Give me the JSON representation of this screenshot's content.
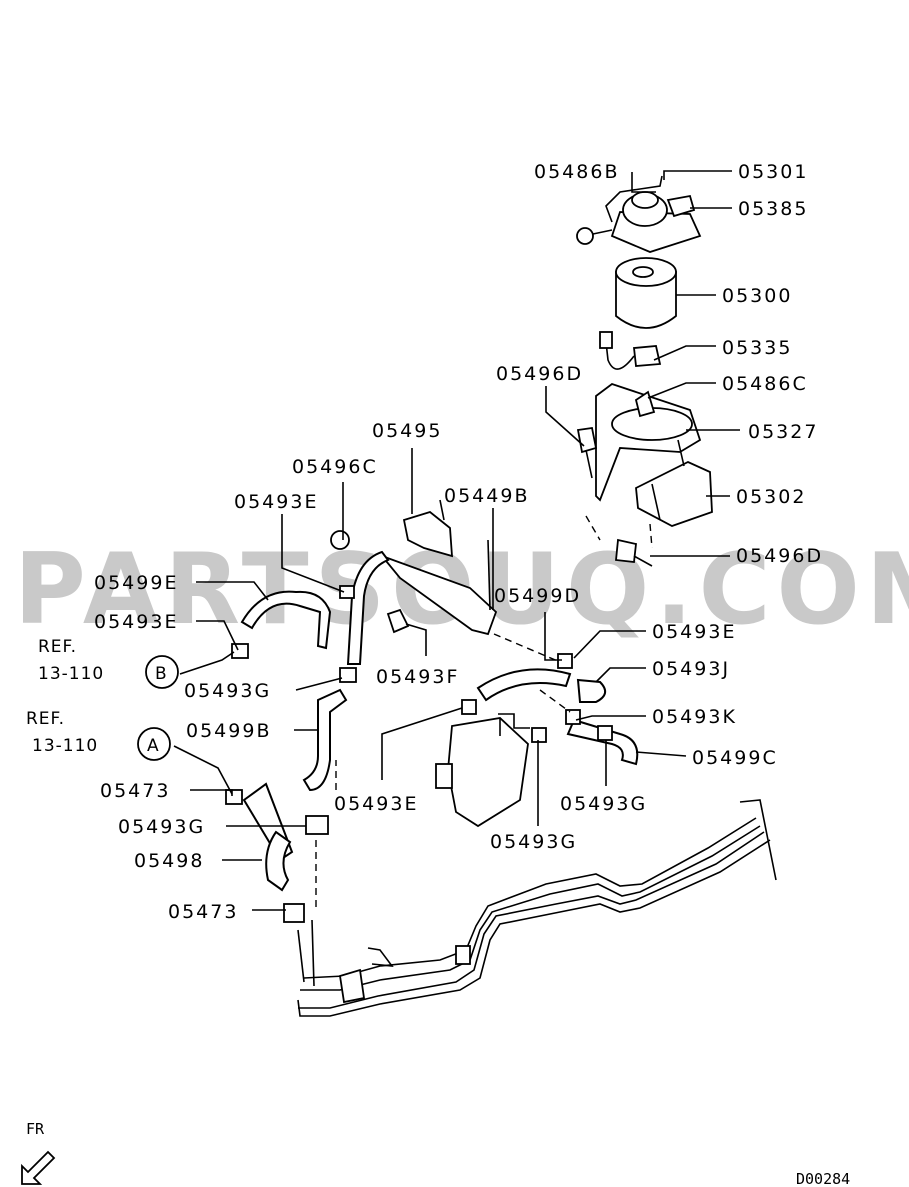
{
  "watermark": "PARTSOUQ.COM",
  "diagram_code": "D00284",
  "direction_label": "FR",
  "callouts": {
    "c05301": "05301",
    "c05486B": "05486B",
    "c05385": "05385",
    "c05300": "05300",
    "c05335": "05335",
    "c05496D_top": "05496D",
    "c05486C": "05486C",
    "c05327": "05327",
    "c05302": "05302",
    "c05496D_low": "05496D",
    "c05495": "05495",
    "c05496C": "05496C",
    "c05449B": "05449B",
    "c05493E_a": "05493E",
    "c05499E": "05499E",
    "c05493E_b": "05493E",
    "c05499D": "05499D",
    "c05493E_c": "05493E",
    "c05493J": "05493J",
    "c05493F": "05493F",
    "c05493G_a": "05493G",
    "c05493K": "05493K",
    "c05499B": "05499B",
    "c05499C": "05499C",
    "c05493E_d": "05493E",
    "c05493G_b": "05493G",
    "c05473_a": "05473",
    "c05493G_c": "05493G",
    "c05498": "05498",
    "c05493G_d": "05493G",
    "c05473_b": "05473"
  },
  "references": {
    "ref_b_line1": "REF.",
    "ref_b_line2": "13-110",
    "ref_b_marker": "B",
    "ref_a_line1": "REF.",
    "ref_a_line2": "13-110",
    "ref_a_marker": "A"
  }
}
